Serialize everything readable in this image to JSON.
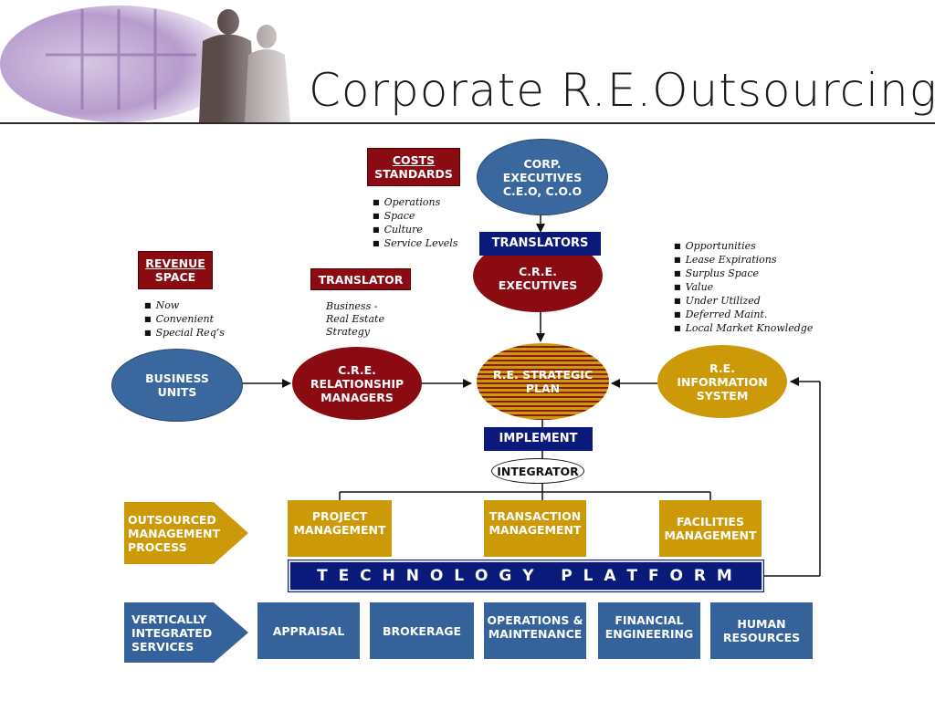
{
  "title": "Corporate R.E.Outsourcing",
  "top": {
    "costs_line1": "COSTS",
    "costs_line2": "STANDARDS",
    "costs_bullets": [
      "Operations",
      "Space",
      "Culture",
      "Service Levels"
    ],
    "corp_exec": [
      "CORP.",
      "EXECUTIVES",
      "C.E.O, C.O.O"
    ],
    "translators": "TRANSLATORS",
    "cre_exec": [
      "C.R.E.",
      "EXECUTIVES"
    ],
    "right_bullets": [
      "Opportunities",
      "Lease Expirations",
      "Surplus Space",
      "Value",
      "Under Utilized",
      "Deferred Maint.",
      "Local Market Knowledge"
    ]
  },
  "left": {
    "revenue_line1": "REVENUE",
    "revenue_line2": "SPACE",
    "revenue_bullets": [
      "Now",
      "Convenient",
      "Special Req’s"
    ],
    "translator": "TRANSLATOR",
    "translator_note": [
      "Business -",
      "Real Estate",
      "Strategy"
    ]
  },
  "middle": {
    "business_units": [
      "BUSINESS",
      "UNITS"
    ],
    "cre_rel": [
      "C.R.E.",
      "RELATIONSHIP",
      "MANAGERS"
    ],
    "strategic": [
      "R.E. STRATEGIC",
      "PLAN"
    ],
    "info_system": [
      "R.E.",
      "INFORMATION",
      "SYSTEM"
    ],
    "implement": "IMPLEMENT",
    "integrator": "INTEGRATOR"
  },
  "outsourced": {
    "label": [
      "OUTSOURCED",
      "MANAGEMENT",
      "PROCESS"
    ],
    "boxes": [
      [
        "PROJECT",
        "MANAGEMENT"
      ],
      [
        "TRANSACTION",
        "MANAGEMENT"
      ],
      [
        "FACILITIES",
        "MANAGEMENT"
      ]
    ]
  },
  "technology_platform": "T E C H N O L O G Y   P L A T F O R M",
  "vertical": {
    "label": [
      "VERTICALLY",
      "INTEGRATED",
      "SERVICES"
    ],
    "boxes": [
      [
        "APPRAISAL"
      ],
      [
        "BROKERAGE"
      ],
      [
        "OPERATIONS &",
        "MAINTENANCE"
      ],
      [
        "FINANCIAL",
        "ENGINEERING"
      ],
      [
        "HUMAN",
        "RESOURCES"
      ]
    ]
  },
  "colors": {
    "red": "#8a0b12",
    "navy": "#0a1a7a",
    "gold": "#cc9a08",
    "blue": "#35629a"
  }
}
